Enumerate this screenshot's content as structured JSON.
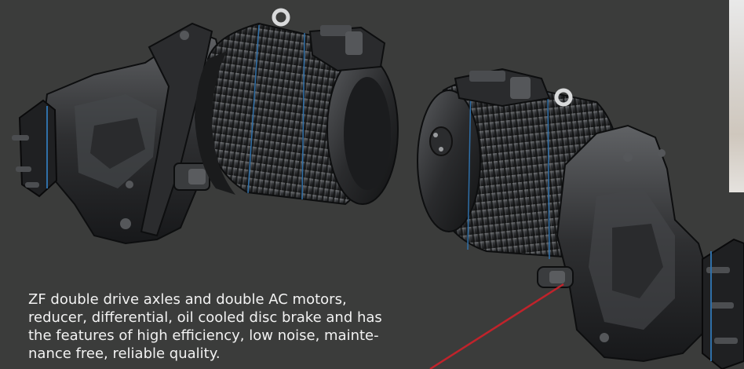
{
  "caption": {
    "lines": [
      "ZF double drive axles and double AC motors,",
      "reducer, differential, oil cooled disc brake and has",
      "the features of high efficiency, low noise, mainte-",
      "nance free, reliable quality."
    ]
  },
  "colors": {
    "background": "#3b3c3b",
    "metal_dark": "#1d1e1f",
    "metal_mid": "#3a3b3d",
    "metal_light": "#6b6d70",
    "accent_blue": "#2f6fa8",
    "pointer_red": "#c0232b"
  }
}
